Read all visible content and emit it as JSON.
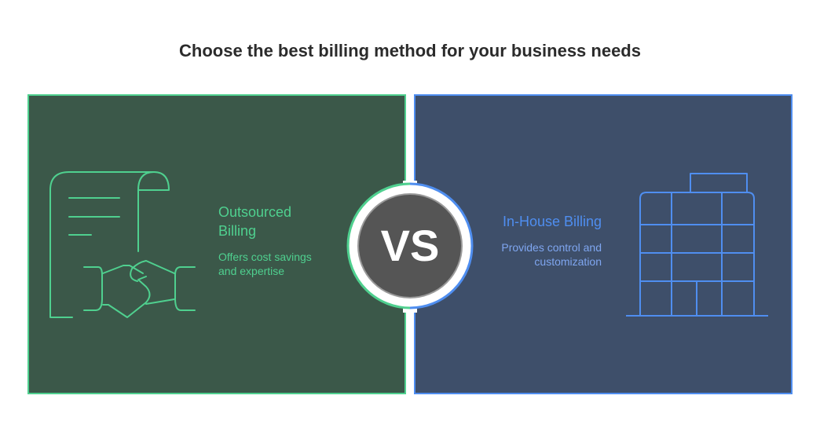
{
  "title": "Choose the best billing method for your business needs",
  "left": {
    "heading": "Outsourced Billing",
    "description": "Offers cost savings and expertise",
    "color": "#4fd08f",
    "icons": [
      "scroll-document-icon",
      "handshake-icon"
    ]
  },
  "right": {
    "heading": "In-House Billing",
    "description": "Provides control and customization",
    "color": "#4f8ef0",
    "icons": [
      "office-building-icon"
    ]
  },
  "center": {
    "label": "VS"
  }
}
